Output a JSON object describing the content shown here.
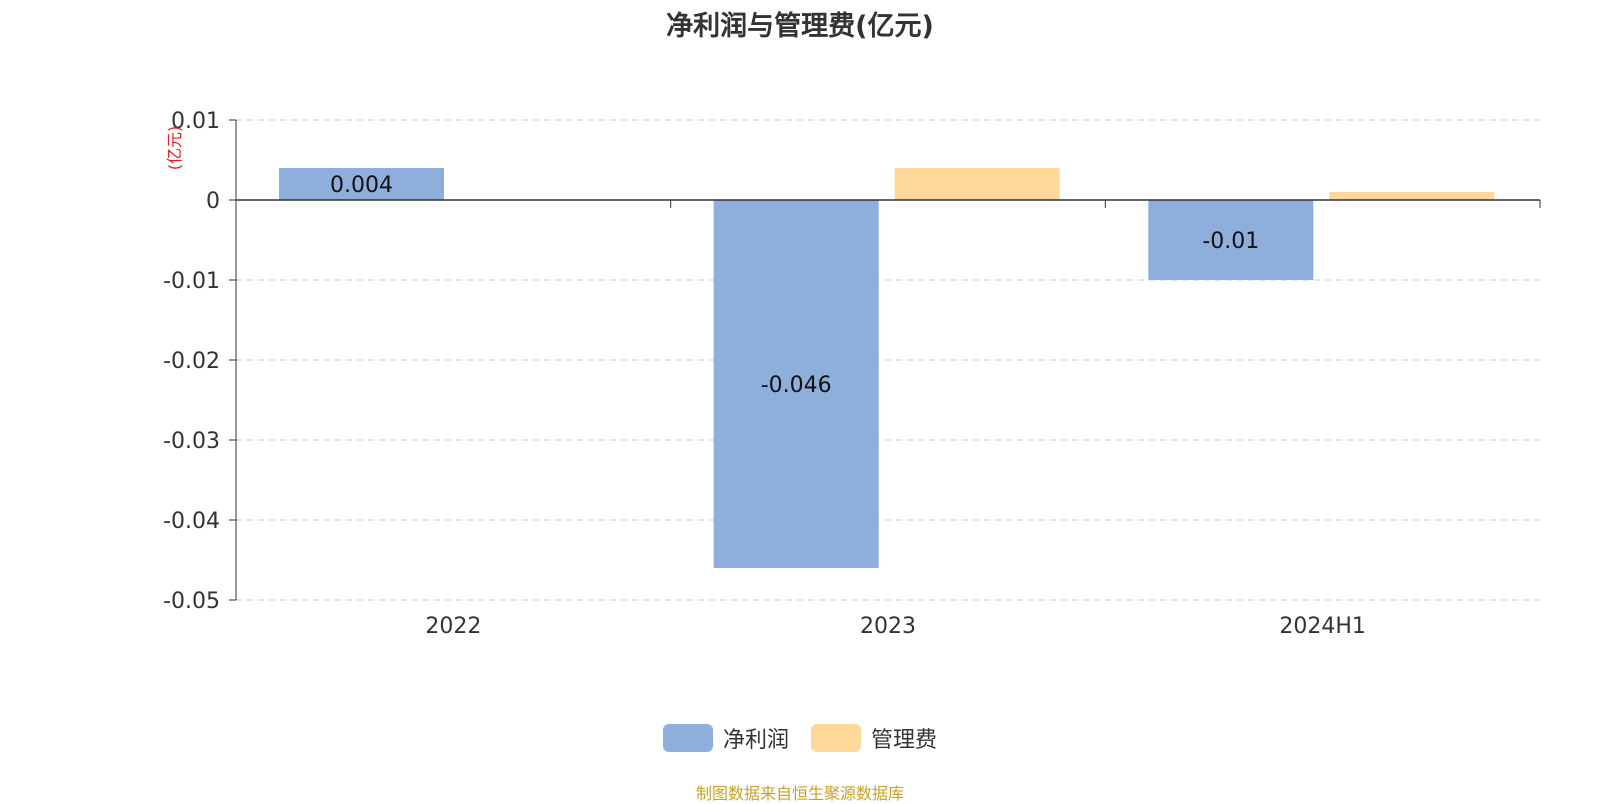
{
  "chart_data": {
    "type": "bar",
    "title": "净利润与管理费(亿元)",
    "ylabel": "(亿元)",
    "categories": [
      "2022",
      "2023",
      "2024H1"
    ],
    "series": [
      {
        "name": "净利润",
        "values": [
          0.004,
          -0.046,
          -0.01
        ],
        "labels": [
          "0.004",
          "-0.046",
          "-0.01"
        ],
        "color": "#8eaedc"
      },
      {
        "name": "管理费",
        "values": [
          null,
          0.004,
          0.001
        ],
        "labels": [
          null,
          null,
          null
        ],
        "color": "#fdd898"
      }
    ],
    "ylim": [
      -0.05,
      0.01
    ],
    "yticks": [
      "0.01",
      "0",
      "-0.01",
      "-0.02",
      "-0.03",
      "-0.04",
      "-0.05"
    ],
    "grid": true,
    "legend_position": "bottom-center"
  },
  "source": "制图数据来自恒生聚源数据库",
  "colors": {
    "axis_label": "#e02020",
    "text": "#333333",
    "grid": "#cccccc",
    "source": "#c9a227"
  }
}
